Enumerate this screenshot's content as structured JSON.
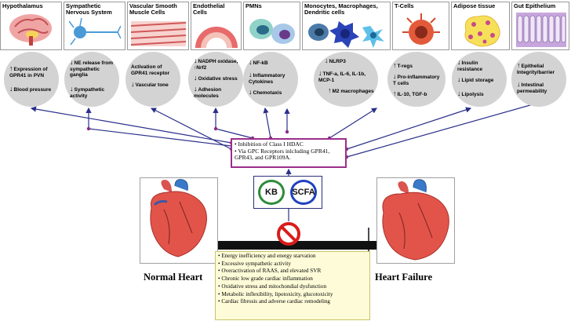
{
  "panels": [
    {
      "title": "Hypothalamus",
      "icon": "brain-icon"
    },
    {
      "title": "Sympathetic Nervous System",
      "icon": "neuron-icon"
    },
    {
      "title": "Vascular Smooth Muscle Cells",
      "icon": "muscle-fiber-icon"
    },
    {
      "title": "Endothelial Cells",
      "icon": "vessel-icon"
    },
    {
      "title": "PMNs",
      "icon": "neutrophil-icon"
    },
    {
      "title": "Monocytes, Macrophages, Dendritic cells",
      "icon": "immune-cells-icon"
    },
    {
      "title": "T-Cells",
      "icon": "t-cell-icon"
    },
    {
      "title": "Adipose tissue",
      "icon": "adipocyte-icon"
    },
    {
      "title": "Gut Epithelium",
      "icon": "villi-icon"
    }
  ],
  "circles": [
    [
      {
        "dir": "up",
        "text": "Expression of GPR41 in PVN"
      },
      {
        "dir": "down",
        "text": "Blood pressure"
      }
    ],
    [
      {
        "dir": "down",
        "text": "NE release from sympathetic ganglia"
      },
      {
        "dir": "down",
        "text": "Sympathetic activity"
      }
    ],
    [
      {
        "dir": "",
        "text": "Activation of GPR41 receptor"
      },
      {
        "dir": "down",
        "text": "Vascular tone"
      }
    ],
    [
      {
        "dir": "down",
        "text": "NADPH oxidase, ↑Nrf2"
      },
      {
        "dir": "down",
        "text": "Oxidative stress"
      },
      {
        "dir": "down",
        "text": "Adhesion molecules"
      }
    ],
    [
      {
        "dir": "down",
        "text": "NF-kB"
      },
      {
        "dir": "down",
        "text": "Inflammatory Cytokines"
      },
      {
        "dir": "down",
        "text": "Chemotaxis"
      }
    ],
    [
      {
        "dir": "down",
        "text": "NLRP3"
      },
      {
        "dir": "down",
        "text": "TNF-a, IL-6, IL-1b, MCP-1"
      },
      {
        "dir": "up",
        "text": "M2 macrophages"
      }
    ],
    [
      {
        "dir": "up",
        "text": "T-regs"
      },
      {
        "dir": "down",
        "text": "Pro-inflammatory T cells"
      },
      {
        "dir": "up",
        "text": "IL-10, TGF-b"
      }
    ],
    [
      {
        "dir": "down",
        "text": "Insulin resistance"
      },
      {
        "dir": "down",
        "text": "Lipid storage"
      },
      {
        "dir": "down",
        "text": "Lipolysis"
      }
    ],
    [
      {
        "dir": "up",
        "text": "Epithelial Integrity/barrier"
      },
      {
        "dir": "down",
        "text": "Intestinal permeability"
      }
    ]
  ],
  "mechanism": [
    "Inhibition of Class I HDAC",
    "Via GPC Receptors inlcluding GPR41, GPR43, and GPR109A."
  ],
  "kb_label": "KB",
  "scfa_label": "SCFA",
  "normal_heart_label": "Normal Heart",
  "heart_failure_label": "Heart Failure",
  "causes": [
    "Energy inefficiency and energy starvation",
    "Excessive sympathetic activity",
    "Overactivation of RAAS, and elevated SVR",
    "Chronic low grade cardiac inflammation",
    "Oxidative stress and mitochondial dysfunction",
    "Metabolic inflexibility, lipotoxicity, glucotoxicity",
    "Cardiac fibrosis and adverse cardiac remodeling"
  ],
  "colors": {
    "arrow": "#2a2f8a",
    "mechanism_border": "#9b2f8a",
    "kb_ring": "#2e8b3a",
    "scfa_ring": "#2040c0",
    "inhibit": "#d91c1c",
    "circle_fill": "#d3d3d3",
    "causes_fill": "#fefcd8"
  }
}
